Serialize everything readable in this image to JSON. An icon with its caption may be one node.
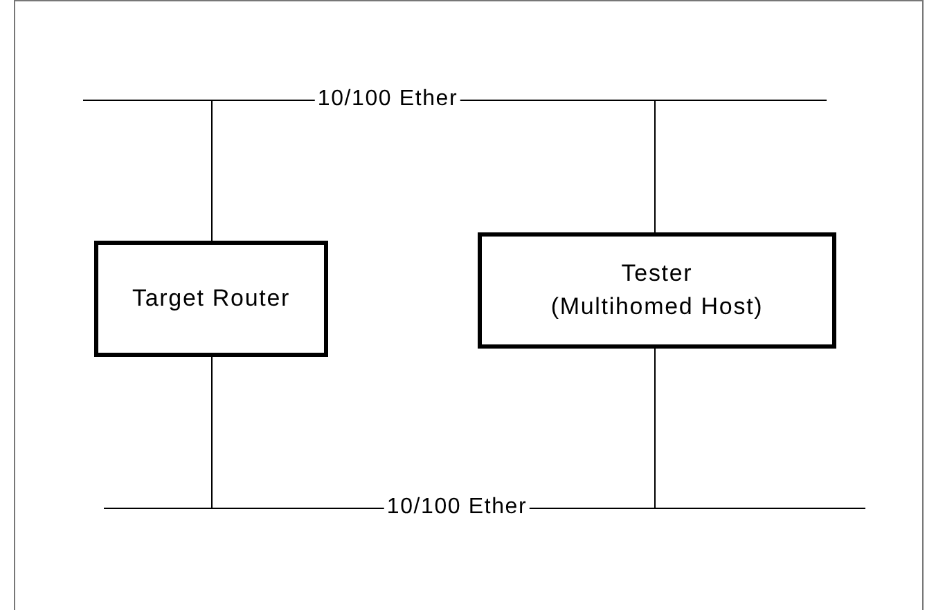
{
  "diagram": {
    "nodes": [
      {
        "text": [],
        "shape": "bar",
        "beside": [
          "10/100 Ether"
        ]
      },
      {
        "text": [
          "Target Router"
        ]
      },
      {
        "text": [
          "Tester",
          "(Multihomed Host)"
        ]
      },
      {
        "text": [],
        "shape": "bar",
        "beside": [
          "10/100 Ether"
        ]
      }
    ],
    "edges": [
      {
        "from": 0,
        "to": 1,
        "arrow": "none"
      },
      {
        "from": 0,
        "to": 2,
        "arrow": "none"
      },
      {
        "from": 1,
        "to": 3,
        "arrow": "none"
      },
      {
        "from": 2,
        "to": 3,
        "arrow": "none"
      }
    ]
  }
}
